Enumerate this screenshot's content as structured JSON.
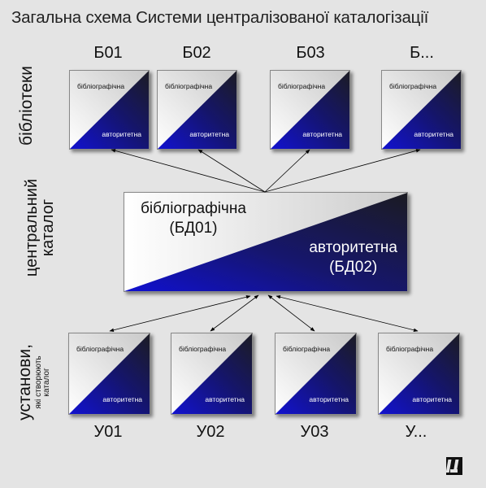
{
  "title": "Загальна схема Системи централізованої каталогізації",
  "side_labels": {
    "libraries": "бібліотеки",
    "central_line1": "центральний",
    "central_line2": "каталог",
    "institutions_line1": "установи,",
    "institutions_line2": "які створюють",
    "institutions_line3": "каталог"
  },
  "libraries": [
    {
      "id": "Б01",
      "top_text": "бібліографічна",
      "bottom_text": "авторитетна"
    },
    {
      "id": "Б02",
      "top_text": "бібліографічна",
      "bottom_text": "авторитетна"
    },
    {
      "id": "Б03",
      "top_text": "бібліографічна",
      "bottom_text": "авторитетна"
    },
    {
      "id": "Б...",
      "top_text": "бібліографічна",
      "bottom_text": "авторитетна"
    }
  ],
  "central": {
    "top_line1": "бібліографічна",
    "top_line2": "(БД01)",
    "bottom_line1": "авторитетна",
    "bottom_line2": "(БД02)"
  },
  "institutions": [
    {
      "id": "У01",
      "top_text": "бібліографічна",
      "bottom_text": "авторитетна"
    },
    {
      "id": "У02",
      "top_text": "бібліографічна",
      "bottom_text": "авторитетна"
    },
    {
      "id": "У03",
      "top_text": "бібліографічна",
      "bottom_text": "авторитетна"
    },
    {
      "id": "У...",
      "top_text": "бібліографічна",
      "bottom_text": "авторитетна"
    }
  ],
  "colors": {
    "background": "#e4e4e4",
    "gradient_blue": "#1010c8",
    "gradient_dark": "#1a1a22",
    "box_white": "#ffffff"
  }
}
